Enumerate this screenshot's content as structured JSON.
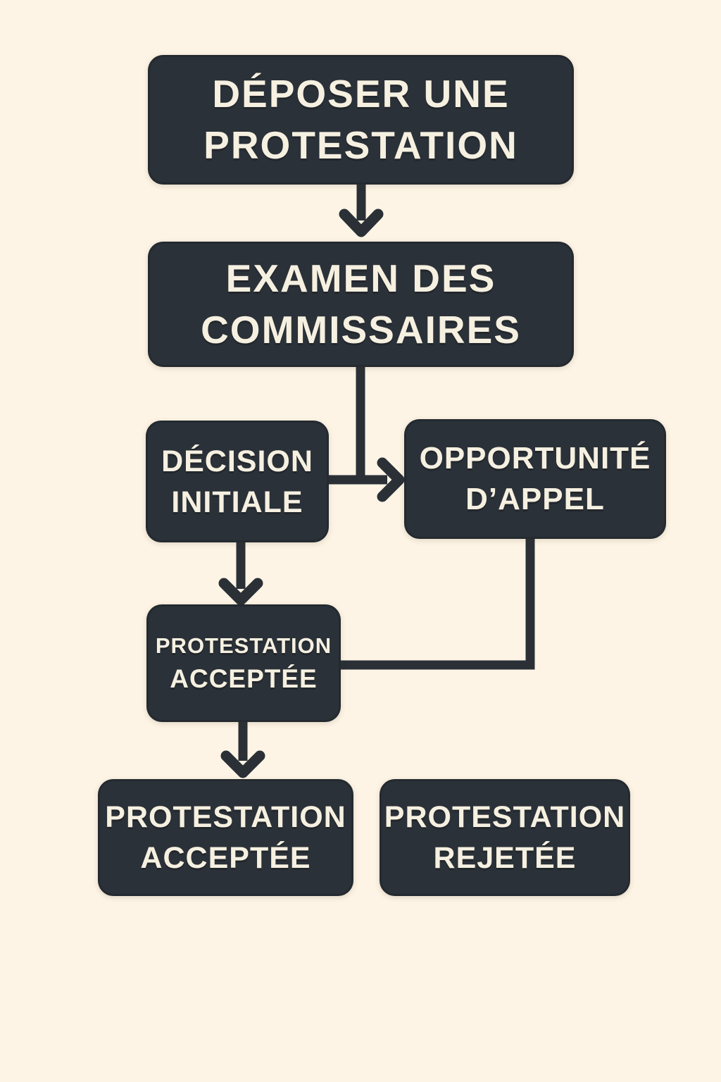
{
  "diagram": {
    "language": "fr",
    "type": "flowchart",
    "palette": {
      "background": "#fdf4e5",
      "node_fill": "#2b3138",
      "node_text": "#f6f0e1",
      "connector": "#2a3036"
    },
    "nodes": {
      "file_protest": {
        "line1": "DÉPOSER UNE",
        "line2": "PROTESTATION"
      },
      "stewards_review": {
        "line1": "EXAMEN DES",
        "line2": "COMMISSAIRES"
      },
      "initial_decision": {
        "line1": "DÉCISION",
        "line2": "INITIALE"
      },
      "appeal_opportunity": {
        "line1": "OPPORTUNITÉ",
        "line2": "D’APPEL"
      },
      "protest_accepted_mid": {
        "line1": "PROTESTATION",
        "line2": "ACCEPTÉE"
      },
      "protest_accepted": {
        "line1": "PROTESTATION",
        "line2": "ACCEPTÉE"
      },
      "protest_rejected": {
        "line1": "PROTESTATION",
        "line2": "REJETÉE"
      }
    },
    "edges": [
      {
        "from": "file_protest",
        "to": "stewards_review",
        "style": "arrow-down"
      },
      {
        "from": "stewards_review",
        "to": "appeal_opportunity",
        "style": "elbow-arrow-right"
      },
      {
        "from": "initial_decision",
        "to": "appeal_opportunity",
        "style": "arrow-right"
      },
      {
        "from": "initial_decision",
        "to": "protest_accepted_mid",
        "style": "arrow-down"
      },
      {
        "from": "appeal_opportunity",
        "to": "protest_accepted_mid",
        "style": "elbow-left"
      },
      {
        "from": "protest_accepted_mid",
        "to": "protest_accepted",
        "style": "arrow-down"
      }
    ]
  }
}
